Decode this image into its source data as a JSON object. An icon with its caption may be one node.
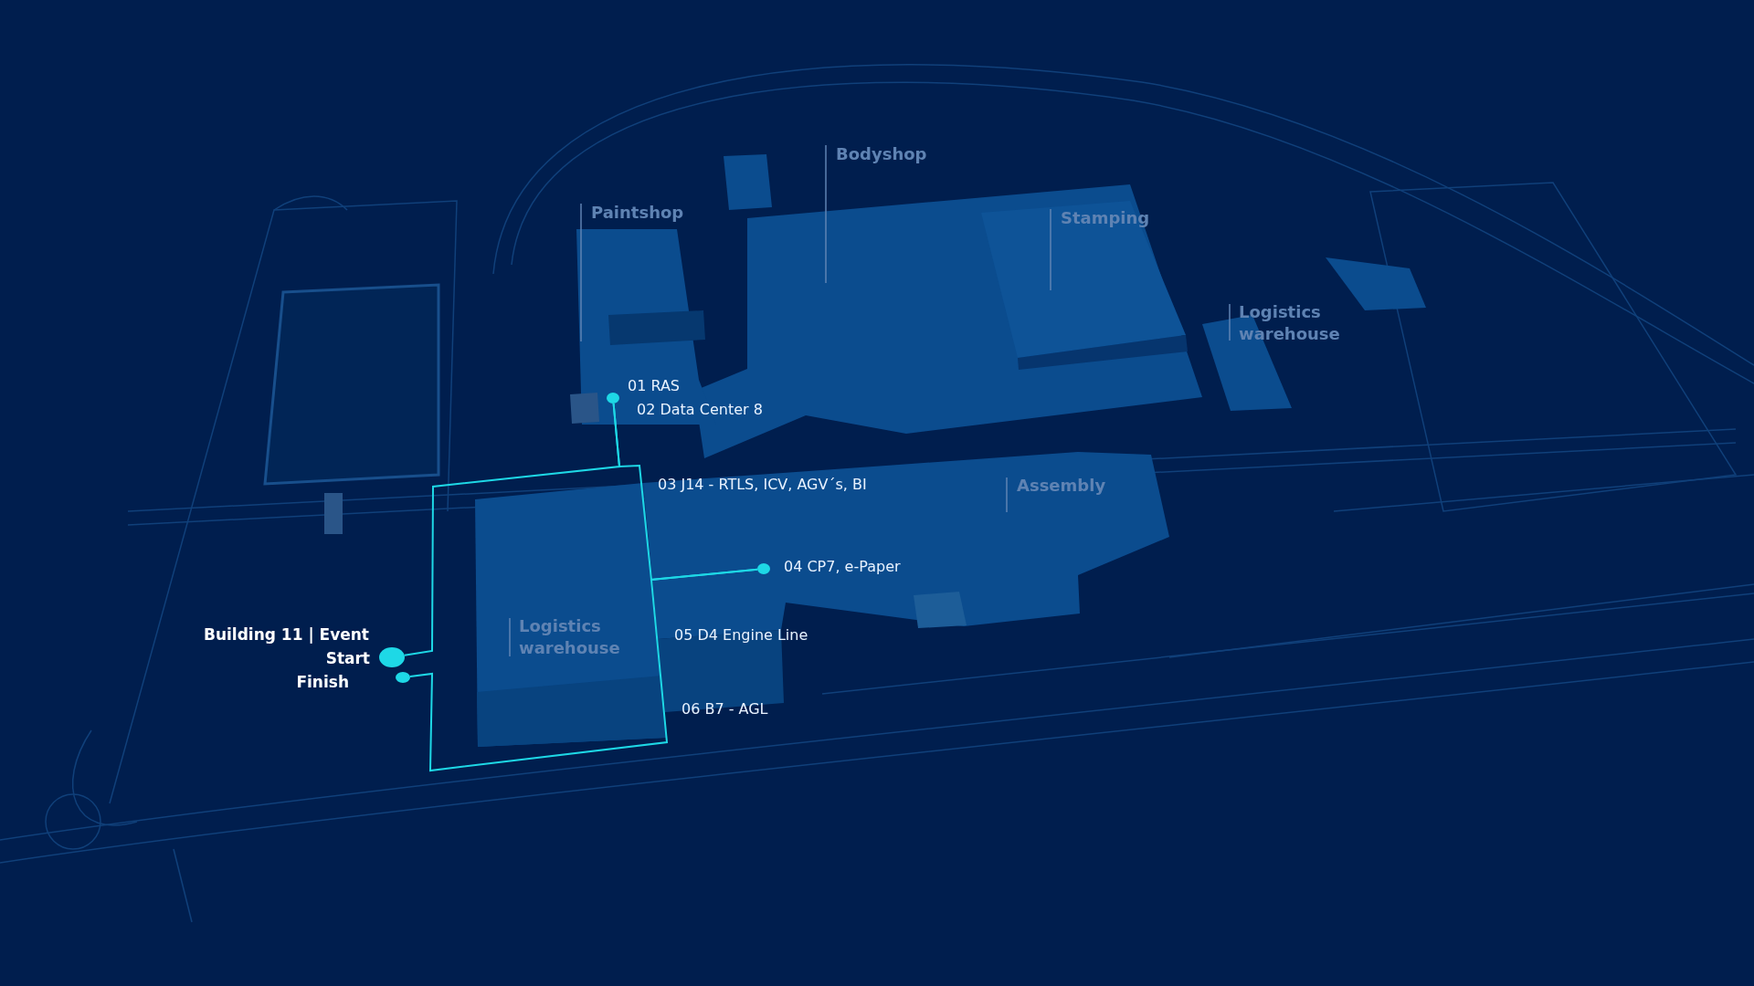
{
  "diagram": {
    "nodes": [
      {
        "text": [],
        "shape": "circle",
        "beside": [
          "Start"
        ]
      },
      {
        "text": [],
        "shape": "circle",
        "beside": [
          "Finish"
        ]
      },
      {
        "text": [],
        "shape": "circle",
        "beside": [
          "01 RAS",
          "02 Data Center 8"
        ]
      },
      {
        "text": [],
        "shape": "circle",
        "beside": [
          "04 CP7, e-Paper"
        ]
      }
    ],
    "edges": [
      {
        "from": 0,
        "to": 2,
        "arrow": "none"
      },
      {
        "from": 2,
        "to": 3,
        "arrow": "none"
      },
      {
        "from": 3,
        "to": 1,
        "arrow": "none"
      }
    ],
    "labels": [
      "Bodyshop",
      "Paintshop",
      "Stamping",
      "Logistics warehouse",
      "03 J14 - RTLS, ICV, AGV´s, BI",
      "Assembly",
      "Building 11 | Event",
      "Logistics warehouse",
      "05 D4 Engine Line",
      "06 B7 - AGL"
    ]
  }
}
